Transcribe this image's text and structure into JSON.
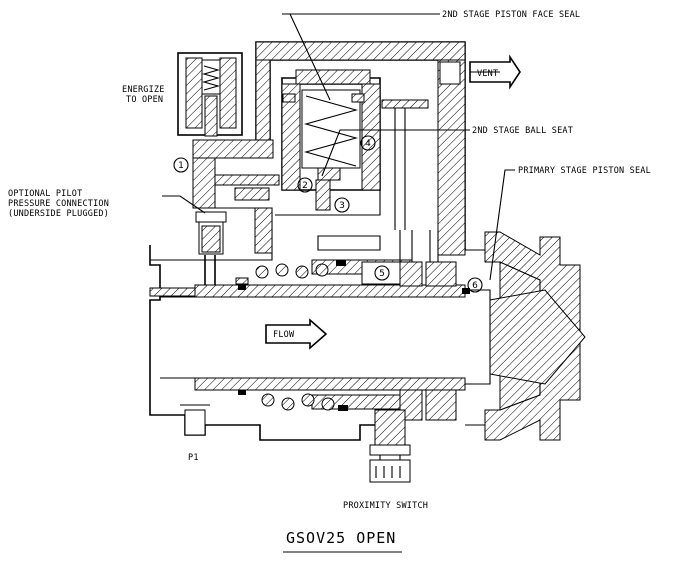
{
  "labels": {
    "face_seal": "2ND STAGE PISTON FACE SEAL",
    "energize_1": "ENERGIZE",
    "energize_2": "TO OPEN",
    "vent": "VENT",
    "ball_seat": "2ND STAGE BALL SEAT",
    "primary_seal": "PRIMARY STAGE PISTON SEAL",
    "pilot_1": "OPTIONAL PILOT",
    "pilot_2": "PRESSURE CONNECTION",
    "pilot_3": "(UNDERSIDE PLUGGED)",
    "flow": "FLOW",
    "p1": "P1",
    "proximity": "PROXIMITY SWITCH",
    "title": "GSOV25 OPEN"
  },
  "callouts": [
    "1",
    "2",
    "3",
    "4",
    "5",
    "6"
  ]
}
